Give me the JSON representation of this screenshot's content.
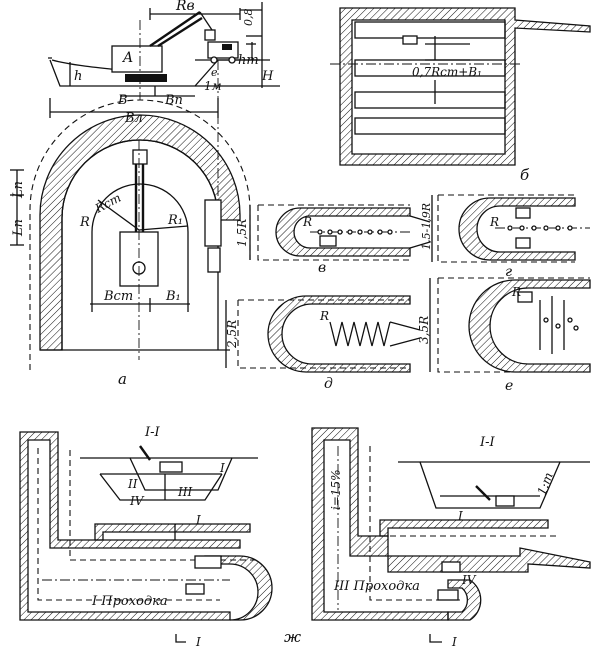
{
  "labels": {
    "a": {
      "Rv": "Rв",
      "dim08": "0,8",
      "A": "A",
      "h": "h",
      "hT": "hт",
      "H": "H",
      "e": "e",
      "oneM": "1м",
      "B": "B",
      "Bn": "Bп",
      "Bl": "Bл",
      "Ln1": "Lп",
      "Ln2": "Lп",
      "Rst": "Rст",
      "R": "R",
      "R1": "R₁",
      "Bst": "Bст",
      "B1": "B₁",
      "caption": "а"
    },
    "b": {
      "dim": "0,7Rст+B₁",
      "caption": "б"
    },
    "v": {
      "dim": "1,5R",
      "R": "R",
      "caption": "в"
    },
    "g": {
      "dim": "1,5-1,9R",
      "R": "R",
      "caption": "г"
    },
    "d": {
      "dim": "2,5R",
      "R": "R",
      "caption": "д"
    },
    "e": {
      "dim": "3,5R",
      "R": "R",
      "caption": "е"
    },
    "zh": {
      "sec1": "I-I",
      "roman1": "I",
      "roman2": "II",
      "roman3": "III",
      "roman4": "IV",
      "cutI": "I",
      "pass1": "I Проходка",
      "cutL1": "I",
      "sec2": "I-I",
      "slope": "i=15%",
      "one_m": "1:m",
      "r1b": "I",
      "r4b": "IV",
      "pass3": "III Проходка",
      "cutL2": "I",
      "caption": "ж"
    }
  }
}
